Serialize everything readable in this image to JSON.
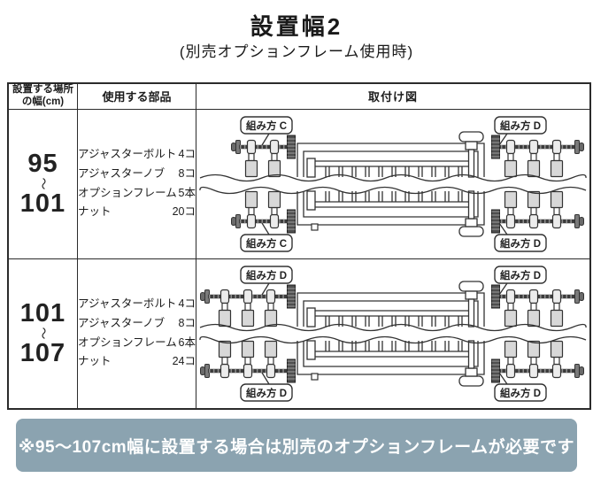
{
  "page": {
    "title": "設置幅2",
    "subtitle": "(別売オプションフレーム使用時)"
  },
  "table": {
    "headers": {
      "col1_line1": "設置する場所",
      "col1_line2": "の幅(cm)",
      "col2": "使用する部品",
      "col3": "取付け図"
    }
  },
  "rows": [
    {
      "range": {
        "from": "95",
        "tilde": "〜",
        "to": "101"
      },
      "parts": [
        {
          "name": "アジャスターボルト",
          "qty": "4コ"
        },
        {
          "name": "アジャスターノブ",
          "qty": "8コ"
        },
        {
          "name": "オプションフレーム",
          "qty": "5本"
        },
        {
          "name": "ナット",
          "qty": "20コ"
        }
      ],
      "labels": {
        "top_left": "組み方 C",
        "top_right": "組み方 D",
        "bottom_left": "組み方 C",
        "bottom_right": "組み方 D"
      }
    },
    {
      "range": {
        "from": "101",
        "tilde": "〜",
        "to": "107"
      },
      "parts": [
        {
          "name": "アジャスターボルト",
          "qty": "4コ"
        },
        {
          "name": "アジャスターノブ",
          "qty": "8コ"
        },
        {
          "name": "オプションフレーム",
          "qty": "6本"
        },
        {
          "name": "ナット",
          "qty": "24コ"
        }
      ],
      "labels": {
        "top_left": "組み方 D",
        "top_right": "組み方 D",
        "bottom_left": "組み方 D",
        "bottom_right": "組み方 D"
      }
    }
  ],
  "notice": {
    "text": "※95〜107cm幅に設置する場合は別売のオプションフレームが必要です"
  },
  "colors": {
    "notice_bg": "#8BA3B0",
    "notice_fg": "#FFFFFF",
    "line": "#333333",
    "sleeve": "#D8D8D8",
    "knob": "#4F4F4F"
  }
}
